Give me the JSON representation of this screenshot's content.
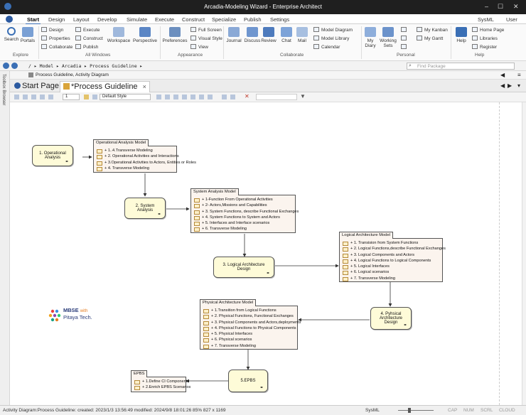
{
  "window": {
    "title": "Arcadia-Modeling Wizard - Enterprise Architect",
    "min": "–",
    "max": "☐",
    "close": "✕"
  },
  "menu": {
    "items": [
      "Start",
      "Design",
      "Layout",
      "Develop",
      "Simulate",
      "Execute",
      "Construct",
      "Specialize",
      "Publish",
      "Settings"
    ],
    "active_index": 0,
    "right_sysml": "SysML",
    "right_user": "User"
  },
  "ribbon": {
    "search": "Search",
    "portals": "Portals",
    "design": "Design",
    "properties": "Properties",
    "collaborate": "Collaborate",
    "execute": "Execute",
    "construct": "Construct",
    "publish": "Publish",
    "workspace": "Workspace",
    "perspective": "Perspective",
    "full_screen": "Full Screen",
    "visual_style": "Visual Style",
    "view": "View",
    "preferences": "Preferences",
    "journal": "Journal",
    "discuss": "Discuss",
    "review": "Review",
    "chat": "Chat",
    "mail": "Mail",
    "model_diagram": "Model Diagram",
    "model_library": "Model Library",
    "calendar": "Calendar",
    "my_diary": "My Diary",
    "working_sets": "Working Sets",
    "my_kanban": "My Kanban",
    "my_gantt": "My Gantt",
    "help": "Help",
    "home_page": "Home Page",
    "libraries": "Libraries",
    "register": "Register",
    "groups": {
      "explore": "Explore",
      "all_windows": "All Windows",
      "appearance": "Appearance",
      "collaborate": "Collaborate",
      "personal": "Personal",
      "help": "Help"
    }
  },
  "navbar": {
    "path": "/  ▸ Model ▸ Arcadia ▸ Process Guideline ▸",
    "find_placeholder": "Find Package"
  },
  "toolbox_label": "Toolbox Browser",
  "crumb": "Process Guideline,  Activity Diagram",
  "tabs": {
    "start": "Start Page",
    "active": "*Process Guideline",
    "close": "×"
  },
  "dtoolbar": {
    "style": "Default Style",
    "zoom": "1"
  },
  "diagram": {
    "activities": {
      "a1": "1. Operational Analysis",
      "a2": "2. System Analysis",
      "a3": "3. Logical Architecture Design",
      "a4": "4. Pyhsical Architecture Design",
      "a5": "5.EPBS"
    },
    "packages": {
      "oam": {
        "title": "Operational Analysis Model",
        "items": [
          "+ 1..4.Transverse Modeling",
          "+ 2. Operational Activities and  Interactions",
          "+ 3.Operational Activities to  Actors, Entities or Roles",
          "+ 4. Transverse Modeling"
        ]
      },
      "sam": {
        "title": "System Analysis Model",
        "items": [
          "+ 1-Function From Operational Activities",
          "+ 2- Actors,Missions and Capabilities",
          "+ 3. System Functions, describe Functional Exchanges",
          "+ 4. System Functions to System and Actors",
          "+ 5. Interfaces and  Interface scenarios",
          "+ 6. Transverse Modeling"
        ]
      },
      "lam": {
        "title": "Logical Architecture Model",
        "items": [
          "+ 1.  Transision from System Functions",
          "+ 2.  Logical Functions,describe Functional Exchanges",
          "+ 3.  Logical Components and Actors",
          "+ 4. Logical Functions to Logical Components",
          "+ 5. Logical Interfaces",
          "+ 6. Logical scenarios",
          "+ 7. Transverse Modeling"
        ]
      },
      "pam": {
        "title": "Physical Architecture Model",
        "items": [
          "+ 1.Transition from Logical Functions",
          "+ 2. Physical Functions, Functional Exchanges",
          "+ 3. Physical Components and Actors,deployments",
          "+ 4.  Physical Functions to Physical Components",
          "+ 5. Physical Interfaces",
          "+ 6.  Physical scenarios",
          "+ 7. Transverse Modeling"
        ]
      },
      "epbs": {
        "title": "EPBS",
        "items": [
          "+ 1.Define CI Components",
          "+ 2.Enrich EPBS Scenarios"
        ]
      }
    },
    "logo": {
      "line1": "MBSE",
      "with": "with",
      "line2": "Pitaya Tech."
    }
  },
  "status": {
    "text": "Activity Diagram:Process Guideline:  created: 2023/1/3 13:56:49  modified: 2024/9/8 18:01:26    85%    827 x 1169",
    "lang": "SysML",
    "cap": "CAP",
    "num": "NUM",
    "scrl": "SCRL",
    "cloud": "CLOUD"
  }
}
